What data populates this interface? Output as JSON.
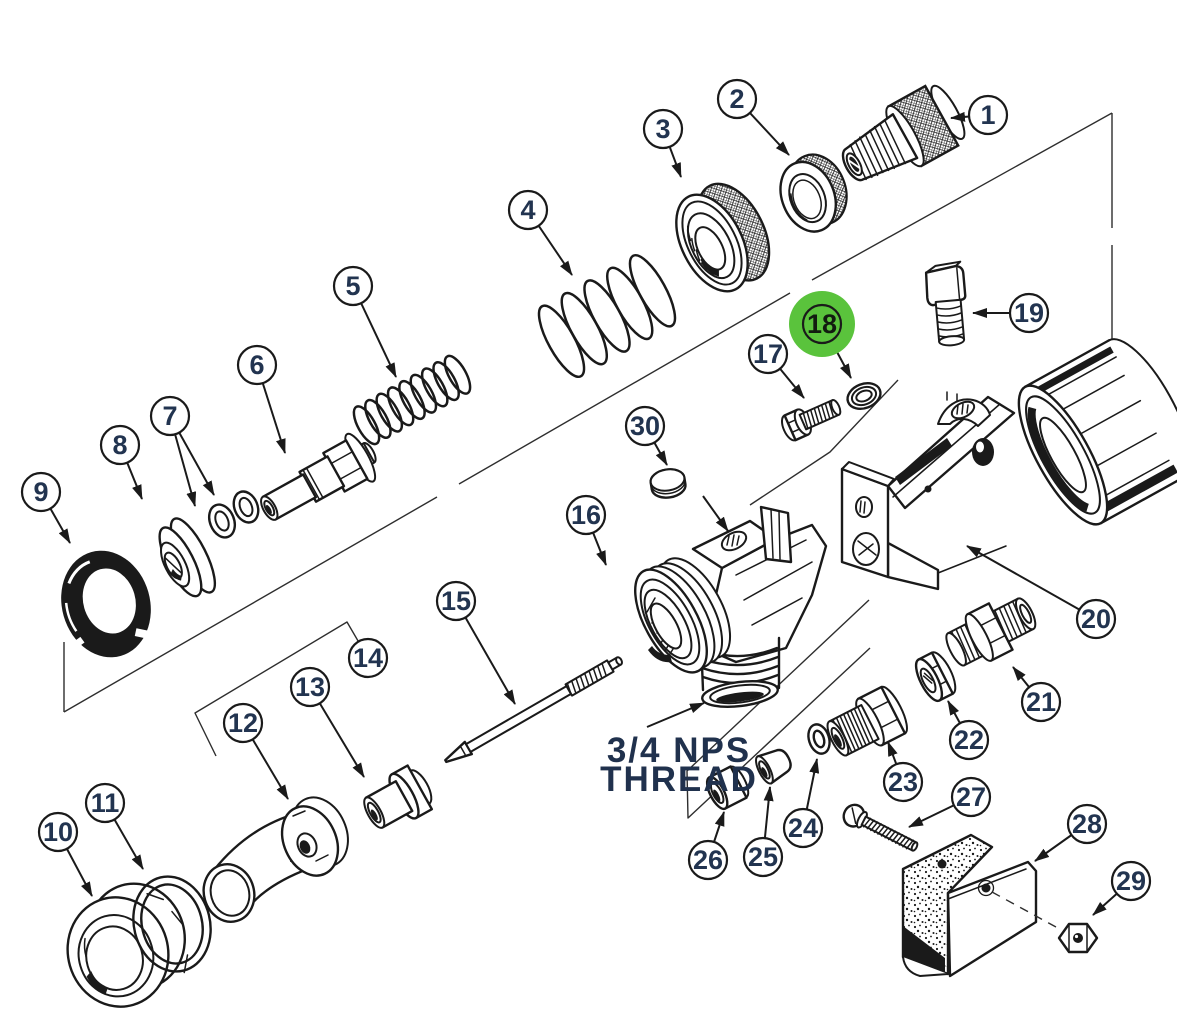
{
  "diagram": {
    "type": "exploded-parts-diagram",
    "background_color": "#ffffff",
    "line_color": "#1a1a1a",
    "callout_number_color": "#223450",
    "highlight_color": "#5ac33c",
    "highlighted_callout": "18",
    "thread_label": {
      "line1": "3/4 NPS",
      "line2": "THREAD"
    },
    "callouts": [
      {
        "label": "1",
        "highlighted": false
      },
      {
        "label": "2",
        "highlighted": false
      },
      {
        "label": "3",
        "highlighted": false
      },
      {
        "label": "4",
        "highlighted": false
      },
      {
        "label": "5",
        "highlighted": false
      },
      {
        "label": "6",
        "highlighted": false
      },
      {
        "label": "7",
        "highlighted": false
      },
      {
        "label": "8",
        "highlighted": false
      },
      {
        "label": "9",
        "highlighted": false
      },
      {
        "label": "10",
        "highlighted": false
      },
      {
        "label": "11",
        "highlighted": false
      },
      {
        "label": "12",
        "highlighted": false
      },
      {
        "label": "13",
        "highlighted": false
      },
      {
        "label": "14",
        "highlighted": false
      },
      {
        "label": "15",
        "highlighted": false
      },
      {
        "label": "16",
        "highlighted": false
      },
      {
        "label": "17",
        "highlighted": false
      },
      {
        "label": "18",
        "highlighted": true
      },
      {
        "label": "19",
        "highlighted": false
      },
      {
        "label": "20",
        "highlighted": false
      },
      {
        "label": "21",
        "highlighted": false
      },
      {
        "label": "22",
        "highlighted": false
      },
      {
        "label": "23",
        "highlighted": false
      },
      {
        "label": "24",
        "highlighted": false
      },
      {
        "label": "25",
        "highlighted": false
      },
      {
        "label": "26",
        "highlighted": false
      },
      {
        "label": "27",
        "highlighted": false
      },
      {
        "label": "28",
        "highlighted": false
      },
      {
        "label": "29",
        "highlighted": false
      },
      {
        "label": "30",
        "highlighted": false
      }
    ]
  }
}
